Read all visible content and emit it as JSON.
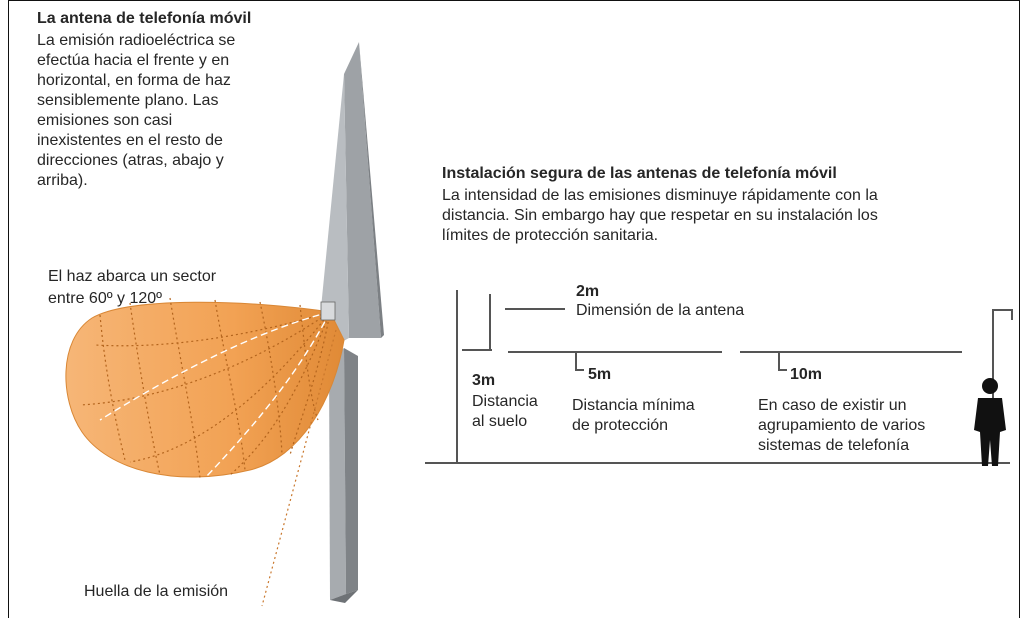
{
  "antenna": {
    "title": "La antena de telefonía móvil",
    "description": "La emisión radioeléctrica se\nefectúa hacia el frente y en\nhorizontal, en forma de haz\nsensiblemente plano. Las\nemisiones son casi\ninexistentes en el resto de\ndirecciones (atras, abajo y\narriba).",
    "beam_label": "El haz abarca un sector\nentre 60º y 120º",
    "footprint_label": "Huella de la emisión"
  },
  "installation": {
    "title": "Instalación segura de las antenas de telefonía móvil",
    "description": "La intensidad de las emisiones disminuye rápidamente con la\ndistancia. Sin embargo hay que respetar en su instalación los\nlímites de protección sanitaria.",
    "antenna_size": {
      "value": "2m",
      "label": "Dimensión de la antena"
    },
    "ground_distance": {
      "value": "3m",
      "label": "Distancia\nal suelo"
    },
    "min_distance": {
      "value": "5m",
      "label": "Distancia mínima\nde protección"
    },
    "group_distance": {
      "value": "10m",
      "label": "En caso de existir un\nagrupamiento de varios\nsistemas de telefonía"
    }
  },
  "colors": {
    "beam_fill": "#f3a65a",
    "beam_edge": "#c9772c",
    "mast": "#a7abaf",
    "mast_dark": "#7f8387",
    "person": "#111111"
  }
}
